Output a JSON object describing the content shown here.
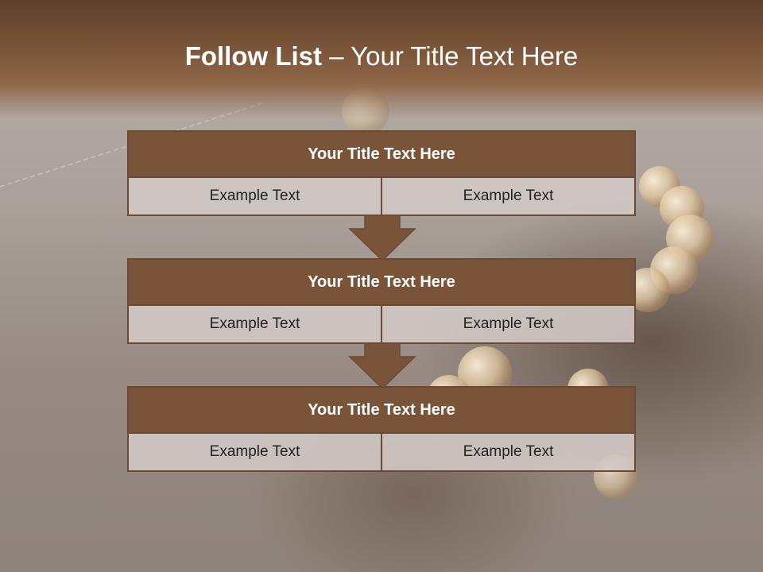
{
  "slide": {
    "title_bold": "Follow List",
    "title_rest": " – Your Title Text Here"
  },
  "steps": [
    {
      "title": "Your Title Text Here",
      "left": "Example Text",
      "right": "Example Text"
    },
    {
      "title": "Your Title Text Here",
      "left": "Example Text",
      "right": "Example Text"
    },
    {
      "title": "Your Title Text Here",
      "left": "Example Text",
      "right": "Example Text"
    }
  ],
  "colors": {
    "header": "#7a5439",
    "box_border": "#6b4a35",
    "cell_bg": "#d2cac6",
    "arrow": "#7a5439"
  },
  "icons": [
    "down-arrow-icon"
  ]
}
